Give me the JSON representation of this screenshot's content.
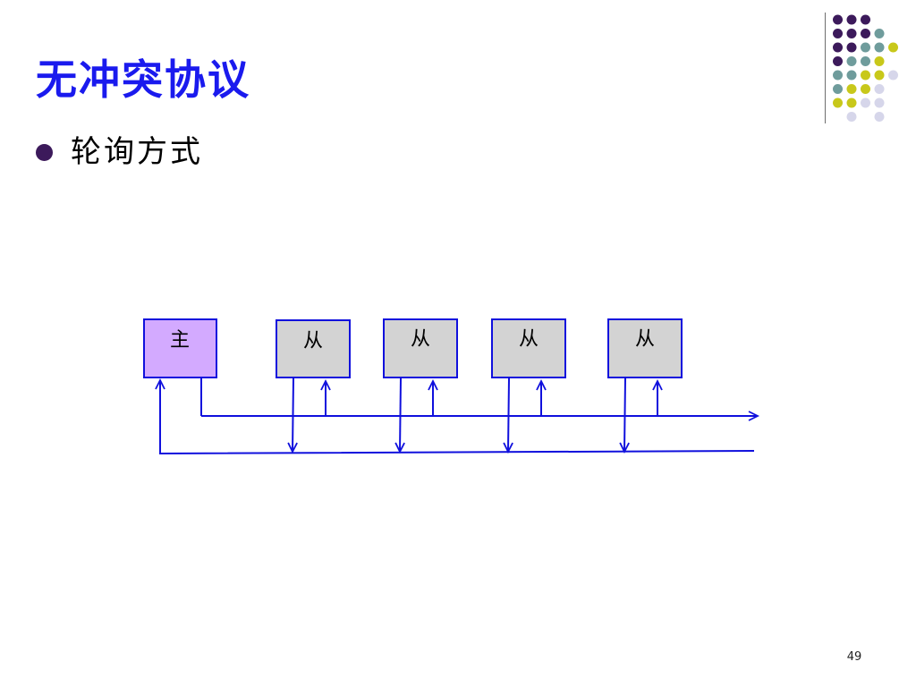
{
  "slide": {
    "title": "无冲突协议",
    "bullet": "轮询方式",
    "page_number": "49"
  },
  "diagram": {
    "master": {
      "label": "主",
      "fill": "#d3aaff"
    },
    "slaves": [
      {
        "label": "从"
      },
      {
        "label": "从"
      },
      {
        "label": "从"
      },
      {
        "label": "从"
      }
    ],
    "slave_fill": "#d3d3d3",
    "line_color": "#1010dd"
  },
  "colors": {
    "title": "#1a1aee",
    "bullet": "#3c1a5b",
    "deco_purple": "#3c1a5b",
    "deco_teal": "#6f9c9c",
    "deco_yellow": "#c8c81a",
    "deco_lavender": "#d6d6ea"
  }
}
